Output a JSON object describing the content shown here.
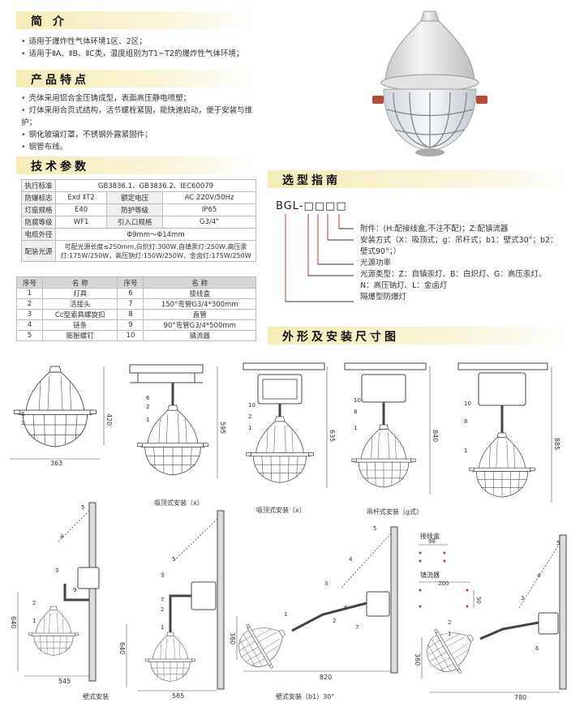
{
  "intro": {
    "heading": "简 介",
    "items": [
      "适用于爆炸性气体环境1区、2区；",
      "适用于ⅡA、ⅡB、ⅡC类，温度组别为T1~T2的爆炸性气体环境；"
    ]
  },
  "features": {
    "heading": "产品特点",
    "items": [
      "壳体采用铝合金压铸成型，表面高压静电喷塑；",
      "灯体采用合页式结构，活节螺栓紧固，能快速启动，便于安装与维护；",
      "钢化玻璃灯罩，不锈钢外露紧固件；",
      "钢管布线。"
    ]
  },
  "specs": {
    "heading": "技术参数",
    "rows": [
      {
        "label": "执行标准",
        "value": "GB3836.1、GB3836.2、IEC60079"
      },
      {
        "label": "防爆标志",
        "v1": "Exd ⅡT2",
        "label2": "额定电压",
        "v2": "AC 220V/50Hz"
      },
      {
        "label": "灯座规格",
        "v1": "E40",
        "label2": "防护等级",
        "v2": "IP65"
      },
      {
        "label": "防腐等级",
        "v1": "WF1",
        "label2": "引入口规格",
        "v2": "G3/4\""
      },
      {
        "label": "电缆外径",
        "value": "Φ9mm～Φ14mm"
      },
      {
        "label": "配装光源",
        "value": "可配光源长度≤250mm,白炽灯:300W,自镇汞灯:250W,高压汞灯:175W/250W，高压钠灯:150W/250W，金卤灯:175W/250W"
      }
    ]
  },
  "parts": {
    "headers": [
      "序号",
      "名 称",
      "序号",
      "名 称"
    ],
    "rows": [
      [
        "1",
        "灯具",
        "6",
        "接线盒"
      ],
      [
        "2",
        "活接头",
        "7",
        "150°弯管G3/4*300mm"
      ],
      [
        "3",
        "Cc型索具螺旋扣",
        "8",
        "直管"
      ],
      [
        "4",
        "链条",
        "9",
        "90°弯管G3/4*500mm"
      ],
      [
        "5",
        "膨胀螺钉",
        "10",
        "镇流器"
      ]
    ]
  },
  "guide": {
    "heading": "选型指南",
    "model": "BGL-□□□□",
    "lines": [
      "附件：(H:配接线盒,不注不配)；Z:配镇流器",
      "安装方式（X：吸顶式；g：吊杆式；b1：壁式30°；b2：",
      "壁式90°；）",
      "光源功率",
      "光源类型：Z：自镇汞灯、B：白炽灯、G：高压汞灯、",
      "N：高压钠灯、L：金卤灯",
      "隔爆型防爆灯"
    ]
  },
  "dims": {
    "heading": "外形及安装尺寸图",
    "captions": [
      "吸顶式安装（x）",
      "吸顶式安装（x）",
      "吊杆式安装（g式）",
      "壁式安装",
      "壁式安装（b1）30°"
    ],
    "labels": {
      "d363": "363",
      "d420": "420",
      "d595": "595",
      "d635": "635",
      "d840": "840",
      "d885": "885",
      "d640a": "640",
      "d545": "545",
      "d640b": "640",
      "d585": "585",
      "d360a": "360",
      "d820": "820",
      "d360b": "360",
      "d780": "780",
      "box_title": "接线盒",
      "box_dim": "98",
      "ballast_title": "镇流器",
      "ballast_w": "200",
      "ballast_h": "50"
    },
    "callouts": [
      "1",
      "2",
      "3",
      "4",
      "5",
      "6",
      "7",
      "8",
      "9",
      "10"
    ]
  }
}
